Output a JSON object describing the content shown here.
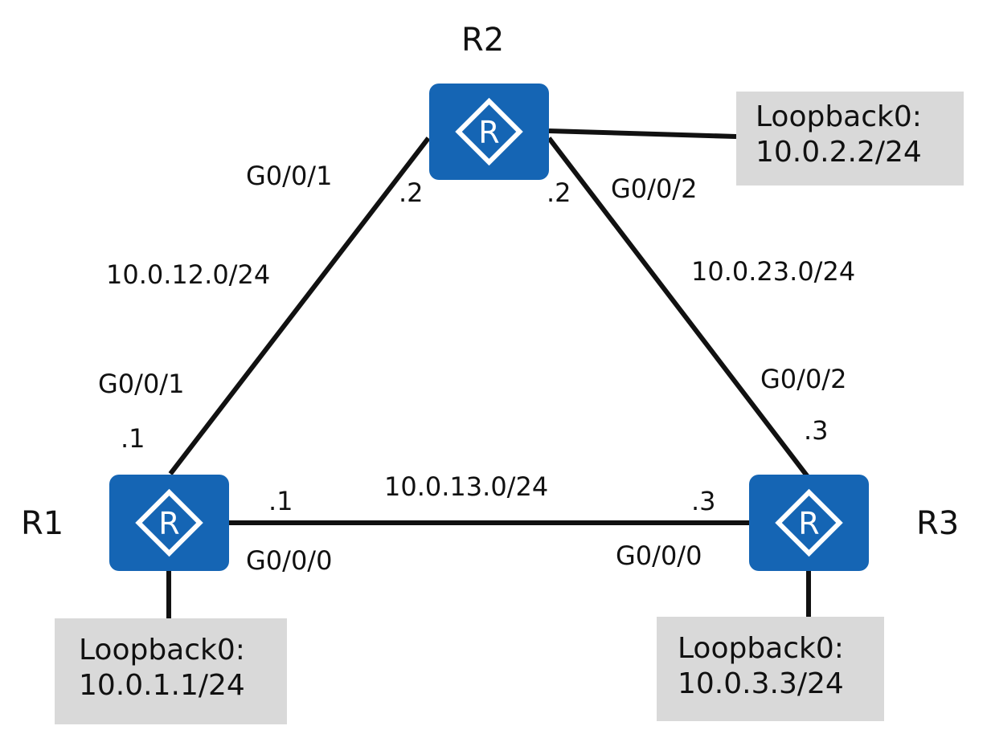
{
  "routers": {
    "r1": {
      "name": "R1"
    },
    "r2": {
      "name": "R2"
    },
    "r3": {
      "name": "R3"
    }
  },
  "router_icon": "router-r-icon",
  "colors": {
    "router": "#1565b4",
    "link": "#111111",
    "loopback_box": "#d9d9d9"
  },
  "loopbacks": {
    "r1": {
      "name": "Loopback0:",
      "address": "10.0.1.1/24"
    },
    "r2": {
      "name": "Loopback0:",
      "address": "10.0.2.2/24"
    },
    "r3": {
      "name": "Loopback0:",
      "address": "10.0.3.3/24"
    }
  },
  "links": {
    "r1_r2": {
      "network": "10.0.12.0/24",
      "r1_interface": "G0/0/1",
      "r1_host": ".1",
      "r2_interface": "G0/0/1",
      "r2_host": ".2"
    },
    "r2_r3": {
      "network": "10.0.23.0/24",
      "r2_interface": "G0/0/2",
      "r2_host": ".2",
      "r3_interface": "G0/0/2",
      "r3_host": ".3"
    },
    "r1_r3": {
      "network": "10.0.13.0/24",
      "r1_interface": "G0/0/0",
      "r1_host": ".1",
      "r3_interface": "G0/0/0",
      "r3_host": ".3"
    }
  }
}
